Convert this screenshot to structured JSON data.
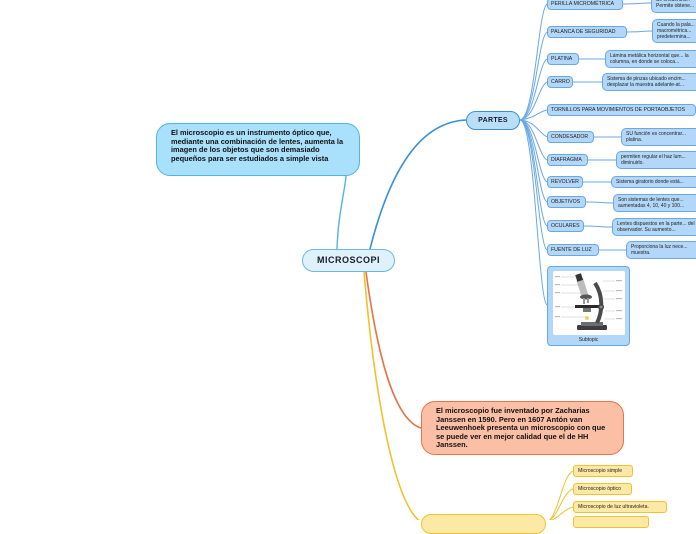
{
  "central": {
    "title": "MICROSCOPI"
  },
  "definition": {
    "text": "El microscopio es un instrumento óptico que, mediante una combinación de lentes, aumenta la imagen de los objetos que son demasiado pequeños para ser estudiados a simple vista"
  },
  "history": {
    "text": "El microscopio fue inventado por Zacharias Janssen en 1590. Pero en 1607 Antón van Leeuwenhoek presenta un microscopio con que se puede ver en mejor calidad que el de HH Janssen."
  },
  "types_node": {
    "title": ""
  },
  "partes": {
    "title": "PARTES",
    "items": [
      {
        "label": "PERILLA MICROMÉTRICA",
        "desc": "Se encuentra... Permite obtene..."
      },
      {
        "label": "PALANCA DE SEGURIDAD",
        "desc": "Cuando la pala... macrométrica... predetermina..."
      },
      {
        "label": "PLATINA",
        "desc": "Lámina metálica horizontal que... la columna, en donde se coloca..."
      },
      {
        "label": "CARRO",
        "desc": "Sistema de pinzas ubicado encim... desplazar la muestra adelante-at..."
      },
      {
        "label": "TORNILLOS PARA MOVIMIENTOS DE PORTAOBJETOS",
        "desc": ""
      },
      {
        "label": "CONDESADOR",
        "desc": "SU función es concentrar... platina."
      },
      {
        "label": "DIAFRAGMA",
        "desc": "permiten regular el haz lum... diminuirlo."
      },
      {
        "label": "REVOLVER",
        "desc": "Sistema giratorio donde está..."
      },
      {
        "label": "OBJETIVOS",
        "desc": "Son sistemas de lentes que... aumentadas 4, 10, 40 y 100..."
      },
      {
        "label": "OCULARES",
        "desc": "Lentes dispuestos en la parte... del observador. Su aumento..."
      },
      {
        "label": "FUENTE DE LUZ",
        "desc": "Proporciona la luz nece... muestra."
      }
    ],
    "image_caption": "Subtopic"
  },
  "types": [
    {
      "label": "Microscopio simple"
    },
    {
      "label": "Microscopio óptico"
    },
    {
      "label": "Microscopio de luz ultravioleta."
    }
  ],
  "colors": {
    "blue_branch": "#3b8fd9",
    "light_blue": "#4fb4ea",
    "red_branch": "#e8734a",
    "orange_branch": "#f2c12e"
  }
}
